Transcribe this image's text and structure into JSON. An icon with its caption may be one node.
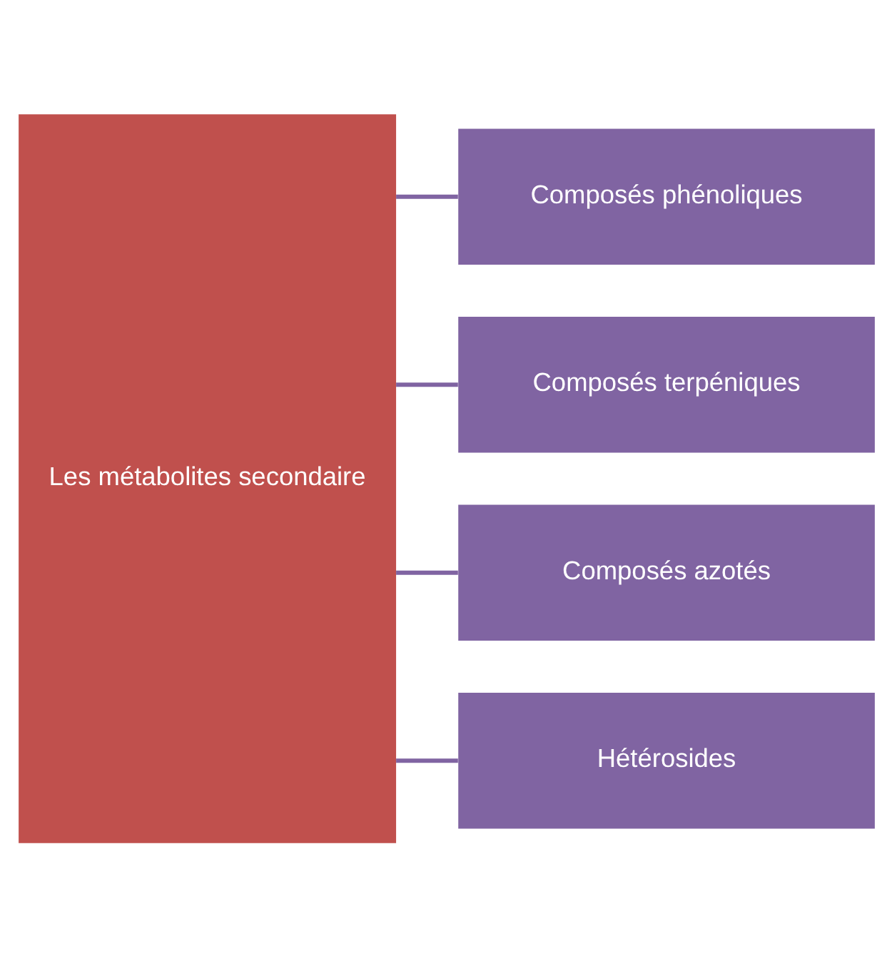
{
  "diagram": {
    "nodes": [
      {
        "text": [
          "Les métabolites secondaire"
        ]
      },
      {
        "text": [
          "Composés phénoliques"
        ]
      },
      {
        "text": [
          "Composés terpéniques"
        ]
      },
      {
        "text": [
          "Composés azotés"
        ]
      },
      {
        "text": [
          "Hétérosides"
        ]
      }
    ],
    "edges": [
      {
        "from": 0,
        "to": 1,
        "arrow": "none"
      },
      {
        "from": 0,
        "to": 2,
        "arrow": "none"
      },
      {
        "from": 0,
        "to": 3,
        "arrow": "none"
      },
      {
        "from": 0,
        "to": 4,
        "arrow": "none"
      }
    ]
  }
}
